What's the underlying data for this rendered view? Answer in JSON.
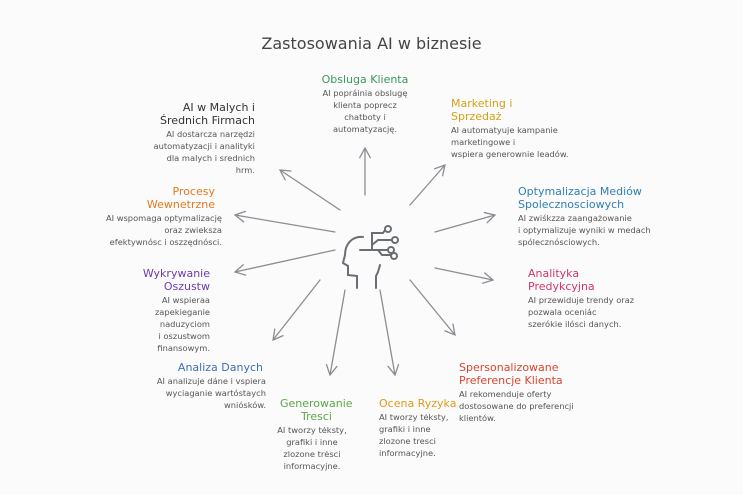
{
  "title": "Zastosowania AI w biznesie",
  "colors": {
    "arrow": "#8a8d93",
    "icon": "#6b6e74"
  },
  "center_icon": "ai-head-circuit-icon",
  "nodes": {
    "obsluga": {
      "heading": "Obsluga Klienta",
      "lines": [
        "AI popráinia obslugę",
        "klienta poprecz",
        "chatboty i",
        "automatyzację."
      ],
      "color": "#3a9a5b"
    },
    "male_firmy": {
      "heading": [
        "AI w Malych i",
        "Średnich Firmach"
      ],
      "lines": [
        "AI dostarcza narzędzi",
        "automatyzacji i analityki",
        "dla malych i srednich",
        "hrm."
      ],
      "color": "#333333"
    },
    "marketing": {
      "heading": [
        "Marketing i",
        "Sprzedaż"
      ],
      "lines": [
        "AI automatyuje kampanie",
        "marketingowe i",
        "wspiera generownie leadów."
      ],
      "color": "#d4a017"
    },
    "procesy": {
      "heading": [
        "Procesy",
        "Wewnetrzne"
      ],
      "lines": [
        "AI wspomaga optymalizację",
        "oraz zwieksza",
        "efektywnósc i oszzędnósci."
      ],
      "color": "#e07b20"
    },
    "media": {
      "heading": [
        "Optymalizacja Mediów",
        "Spolecznosciowych"
      ],
      "lines": [
        "AI zwiśkzza zaangażowanie",
        "i optymalizuje wyniki w medach",
        "spólecznósciowych."
      ],
      "color": "#2f7fb5"
    },
    "oszustwa": {
      "heading": [
        "Wykrywanie",
        "Oszustw"
      ],
      "lines": [
        "AI wspieraa",
        "zapekieganie",
        "naduzyciom",
        "i oszustwom",
        "finansowym."
      ],
      "color": "#6a3bb0"
    },
    "analityka": {
      "heading": [
        "Analityka",
        "Predykcyjna"
      ],
      "lines": [
        "AI przewiduje trendy oraz",
        "pozwala oceniác",
        "szerókie ilósci danych."
      ],
      "color": "#d6336c"
    },
    "analiza": {
      "heading": "Analiza Danych",
      "lines": [
        "AI analizuje dáne i vspiera",
        "wyciaganie wartóstaych",
        "wniósków."
      ],
      "color": "#3b6fb5"
    },
    "preferencje": {
      "heading": [
        "Spersonalizowane",
        "Preferencje Klienta"
      ],
      "lines": [
        "AI rekomenduje oferty",
        "dostosowane do preferencji",
        "klientów."
      ],
      "color": "#d9452f"
    },
    "generowanie": {
      "heading": [
        "Generowanie",
        "Tresci"
      ],
      "lines": [
        "AI tworzy tėksty,",
        "grafiki i inne",
        "zlozone trėsci",
        "informacyjne."
      ],
      "color": "#5aa845"
    },
    "ryzyko": {
      "heading": "Ocena Ryzyka",
      "lines": [
        "AI tworzy tėksty,",
        "grafiki i inne",
        "zlozone tresci",
        "informacyjne."
      ],
      "color": "#e09a1a"
    }
  }
}
